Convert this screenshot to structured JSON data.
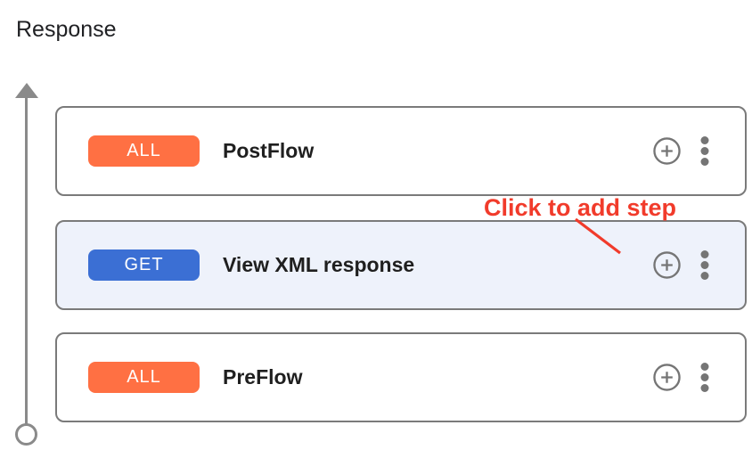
{
  "header": {
    "title": "Response"
  },
  "annotation": {
    "label": "Click to add step"
  },
  "flows": [
    {
      "method": "ALL",
      "name": "PostFlow",
      "badge_color": "#ff7043",
      "card_bg": "#ffffff"
    },
    {
      "method": "GET",
      "name": "View XML response",
      "badge_color": "#3b6fd4",
      "card_bg": "#eef2fb"
    },
    {
      "method": "ALL",
      "name": "PreFlow",
      "badge_color": "#ff7043",
      "card_bg": "#ffffff"
    }
  ],
  "colors": {
    "annotation_red": "#f13b2b",
    "card_border_gray": "#7a7a7a",
    "icon_gray": "#757575",
    "timeline_gray": "#8a8a8a",
    "title_text": "#202124"
  },
  "icons": {
    "add_step": "plus-circle-icon",
    "more_options": "kebab-menu-icon",
    "timeline": "up-arrow-timeline"
  }
}
